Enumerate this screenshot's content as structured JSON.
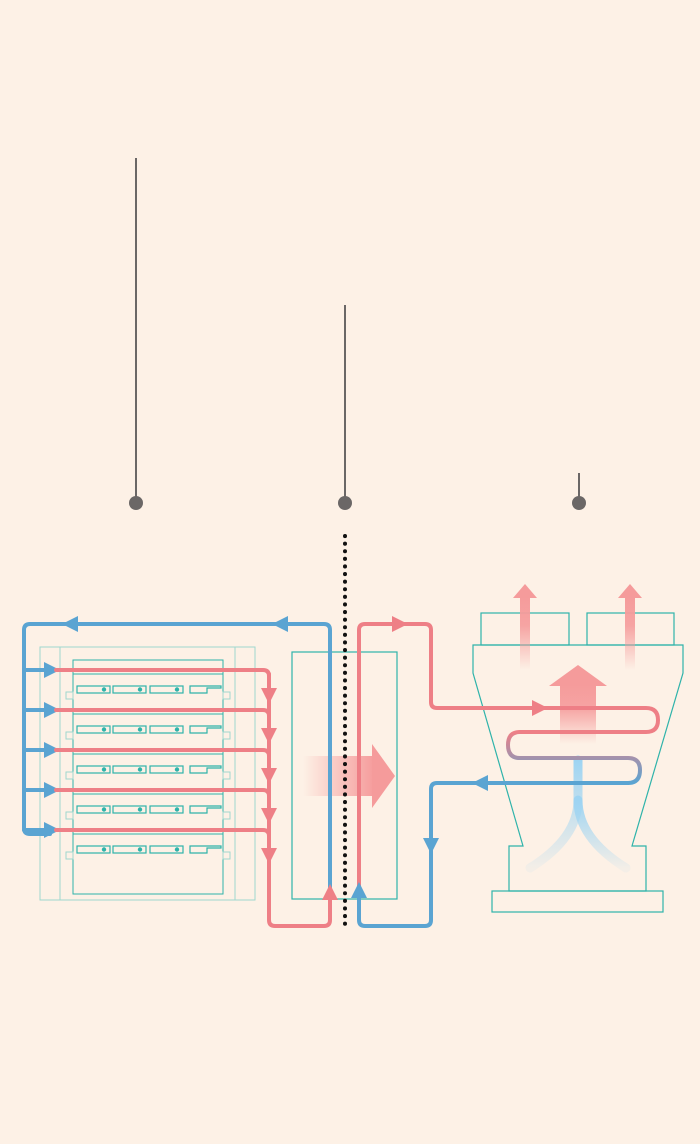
{
  "colors": {
    "background": "#fdf1e6",
    "hot_loop": "#ee7f86",
    "cold_loop": "#5aa4d2",
    "equipment_outline": "#2fb3aa",
    "rack_frame": "#9fd8cf",
    "leader_line": "#6b6766",
    "boundary": "#111111",
    "heat_arrow": "#f59b9b",
    "cool_air": "#9ed4f2"
  },
  "callouts": [
    {
      "name": "callout-server-rack",
      "icon": "leader-dot"
    },
    {
      "name": "callout-heat-exchanger",
      "icon": "leader-dot"
    },
    {
      "name": "callout-cooling-tower",
      "icon": "leader-dot"
    }
  ],
  "components": {
    "server_rack": {
      "server_units": 5
    },
    "heat_exchanger": {},
    "cooling_tower": {}
  }
}
